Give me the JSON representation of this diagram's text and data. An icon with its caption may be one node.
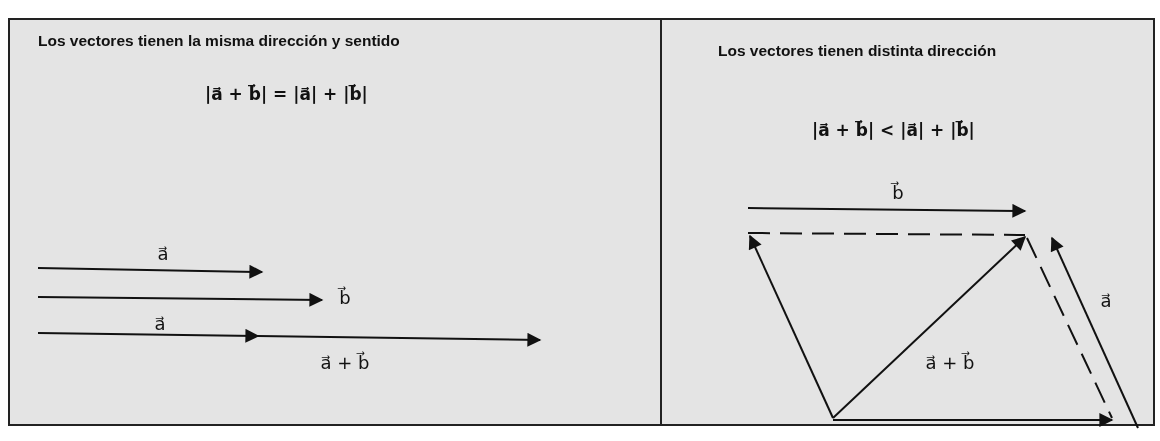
{
  "diagram": {
    "nodes": [
      {
        "text": [
          "Los vectores tienen la misma dirección y sentido",
          "|a⃗ + b⃗| = |a⃗| + |b⃗|"
        ]
      },
      {
        "text": [
          "Los vectores tienen distinta dirección",
          "|a⃗ + b⃗| < |a⃗| + |b⃗|"
        ]
      }
    ],
    "labels": [
      "a⃗",
      "b⃗",
      "a⃗",
      "a⃗ + b⃗",
      "b⃗",
      "a⃗",
      "a⃗ + b⃗"
    ]
  }
}
